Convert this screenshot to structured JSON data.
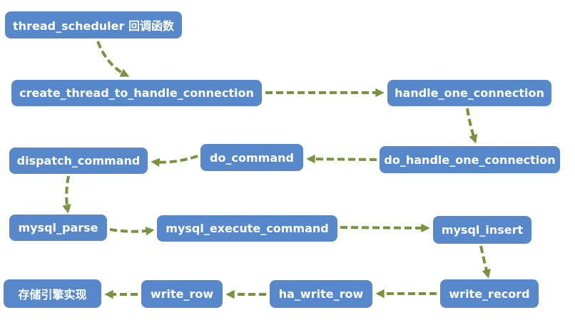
{
  "diagram": {
    "description": "MySQL insert call-flow diagram",
    "colors": {
      "node_fill": "#5688CB",
      "node_text": "#FFFFFF",
      "arrow": "#77943D",
      "background": "#FFFFFF"
    },
    "edge_style": "dashed-arrow",
    "nodes": {
      "thread_scheduler": {
        "label": "thread_scheduler 回调函数"
      },
      "create_thread_to_handle_connection": {
        "label": "create_thread_to_handle_connection"
      },
      "handle_one_connection": {
        "label": "handle_one_connection"
      },
      "dispatch_command": {
        "label": "dispatch_command"
      },
      "do_command": {
        "label": "do_command"
      },
      "do_handle_one_connection": {
        "label": "do_handle_one_connection"
      },
      "mysql_parse": {
        "label": "mysql_parse"
      },
      "mysql_execute_command": {
        "label": "mysql_execute_command"
      },
      "mysql_insert": {
        "label": "mysql_insert"
      },
      "storage_engine": {
        "label": "存储引擎实现"
      },
      "write_row": {
        "label": "write_row"
      },
      "ha_write_row": {
        "label": "ha_write_row"
      },
      "write_record": {
        "label": "write_record"
      }
    },
    "edges": [
      {
        "from": "thread_scheduler",
        "to": "create_thread_to_handle_connection"
      },
      {
        "from": "create_thread_to_handle_connection",
        "to": "handle_one_connection"
      },
      {
        "from": "handle_one_connection",
        "to": "do_handle_one_connection"
      },
      {
        "from": "do_handle_one_connection",
        "to": "do_command"
      },
      {
        "from": "do_command",
        "to": "dispatch_command"
      },
      {
        "from": "dispatch_command",
        "to": "mysql_parse"
      },
      {
        "from": "mysql_parse",
        "to": "mysql_execute_command"
      },
      {
        "from": "mysql_execute_command",
        "to": "mysql_insert"
      },
      {
        "from": "mysql_insert",
        "to": "write_record"
      },
      {
        "from": "write_record",
        "to": "ha_write_row"
      },
      {
        "from": "ha_write_row",
        "to": "write_row"
      },
      {
        "from": "write_row",
        "to": "storage_engine"
      }
    ]
  }
}
